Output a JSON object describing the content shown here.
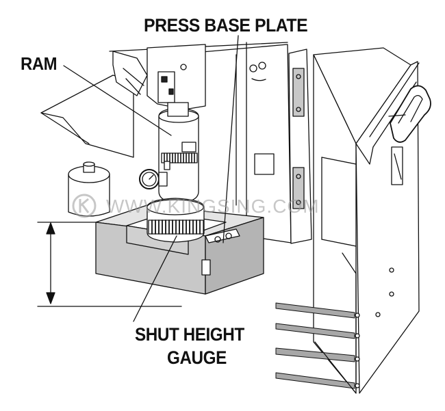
{
  "labels": {
    "press_base_plate": "PRESS BASE PLATE",
    "ram": "RAM",
    "shut_height_line1": "SHUT HEIGHT",
    "shut_height_line2": "GAUGE"
  },
  "watermark": {
    "text": "WWW.KINGSING.COM"
  },
  "colors": {
    "ink": "#111111",
    "panel_gray": "#c8c8c8",
    "shadow_gray": "#b4b4b4",
    "light_gray": "#e4e4e4",
    "watermark": "#9a9a9a"
  }
}
